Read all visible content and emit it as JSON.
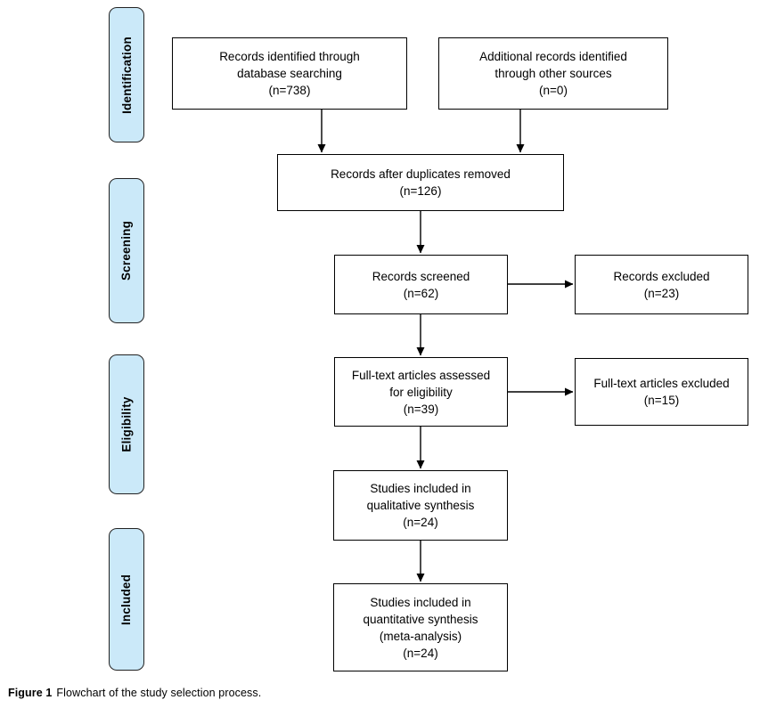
{
  "theme": {
    "stage_fill": "#cbe9f9",
    "stage_border": "#222222",
    "box_border": "#000000",
    "text_color": "#000000",
    "background": "#ffffff"
  },
  "stages": [
    {
      "label": "Identification"
    },
    {
      "label": "Screening"
    },
    {
      "label": "Eligibility"
    },
    {
      "label": "Included"
    }
  ],
  "boxes": {
    "db_records": {
      "label": "Records identified through database searching",
      "n": "(n=738)"
    },
    "other_records": {
      "label": "Additional records identified through other sources",
      "n": "(n=0)"
    },
    "dedup": {
      "label": "Records after duplicates removed",
      "n": "(n=126)"
    },
    "screened": {
      "label": "Records screened",
      "n": "(n=62)"
    },
    "screen_excluded": {
      "label": "Records excluded",
      "n": "(n=23)"
    },
    "fulltext": {
      "label": "Full-text articles assessed for eligibility",
      "n": "(n=39)"
    },
    "fulltext_excluded": {
      "label": "Full-text articles excluded",
      "n": "(n=15)"
    },
    "qualitative": {
      "label": "Studies included in qualitative synthesis",
      "n": "(n=24)"
    },
    "quantitative": {
      "label": "Studies included in quantitative synthesis (meta-analysis)",
      "n": "(n=24)"
    }
  },
  "caption": {
    "figure_label": "Figure 1",
    "text": "Flowchart of the study selection process."
  }
}
